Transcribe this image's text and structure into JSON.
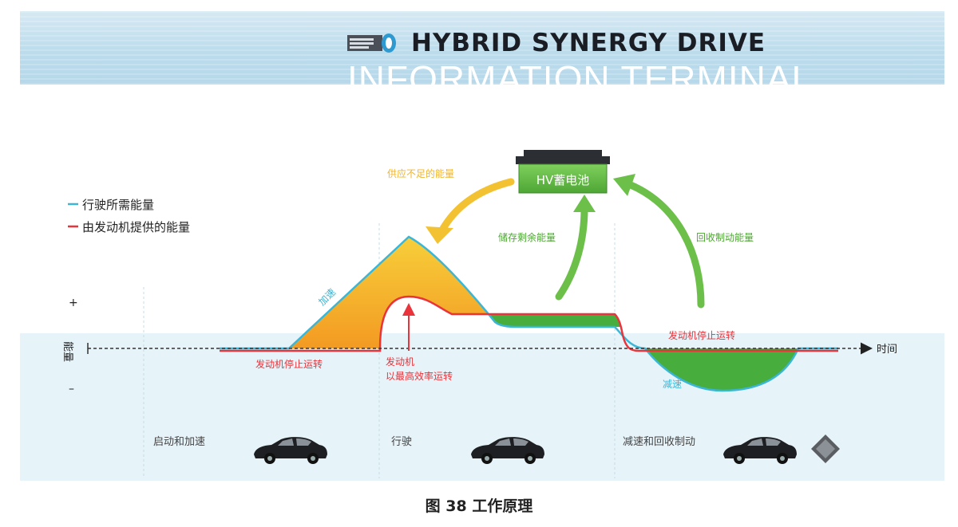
{
  "header": {
    "brand_title": "HYBRID SYNERGY DRIVE",
    "subtitle": "INFORMATION TERMINAL"
  },
  "legend": {
    "demand": {
      "label": "行驶所需能量",
      "color": "#3bb6d6"
    },
    "engine": {
      "label": "由发动机提供的能量",
      "color": "#e8343a"
    }
  },
  "axis": {
    "y_label": "能量",
    "y_plus": "+",
    "y_minus": "–",
    "x_label": "时间"
  },
  "battery": {
    "label": "HV蓄电池",
    "color": "#6cc04a"
  },
  "flows": {
    "supply": {
      "label": "供应不足的能量",
      "color": "#f2c233"
    },
    "store": {
      "label": "储存剩余能量",
      "color": "#6cc04a"
    },
    "recover": {
      "label": "回收制动能量",
      "color": "#6cc04a"
    }
  },
  "annotations": {
    "accelerate": "加速",
    "decelerate": "减速",
    "engine_stop_left": "发动机停止运转",
    "engine_efficient_line1": "发动机",
    "engine_efficient_line2": "以最高效率运转",
    "engine_stop_right": "发动机停止运转"
  },
  "phases": {
    "start": "启动和加速",
    "cruise": "行驶",
    "brake": "减速和回收制动"
  },
  "colors": {
    "deficit_fill": "#f5b62a",
    "surplus_fill": "#46ad3c",
    "phase_band": "#e4f2f8"
  },
  "caption": "图 38  工作原理"
}
